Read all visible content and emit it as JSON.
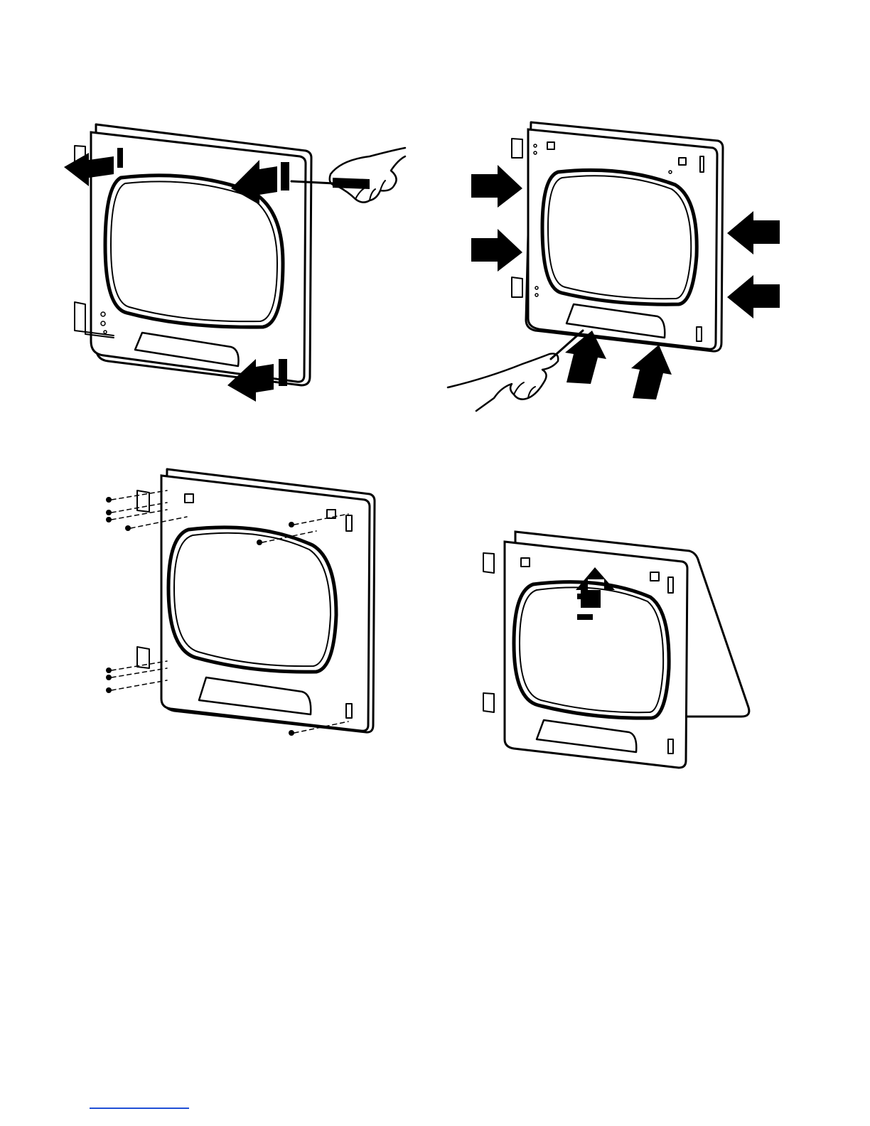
{
  "document": {
    "figures": [
      {
        "icon": "door-panel-pry-with-screwdriver-illustration"
      },
      {
        "icon": "door-panel-press-together-illustration"
      },
      {
        "icon": "door-hinge-screws-removal-illustration"
      },
      {
        "icon": "door-panel-separate-lift-illustration"
      }
    ]
  },
  "colors": {
    "ink": "#000000",
    "paper": "#ffffff",
    "footer_rule": "#1f4fd6"
  }
}
